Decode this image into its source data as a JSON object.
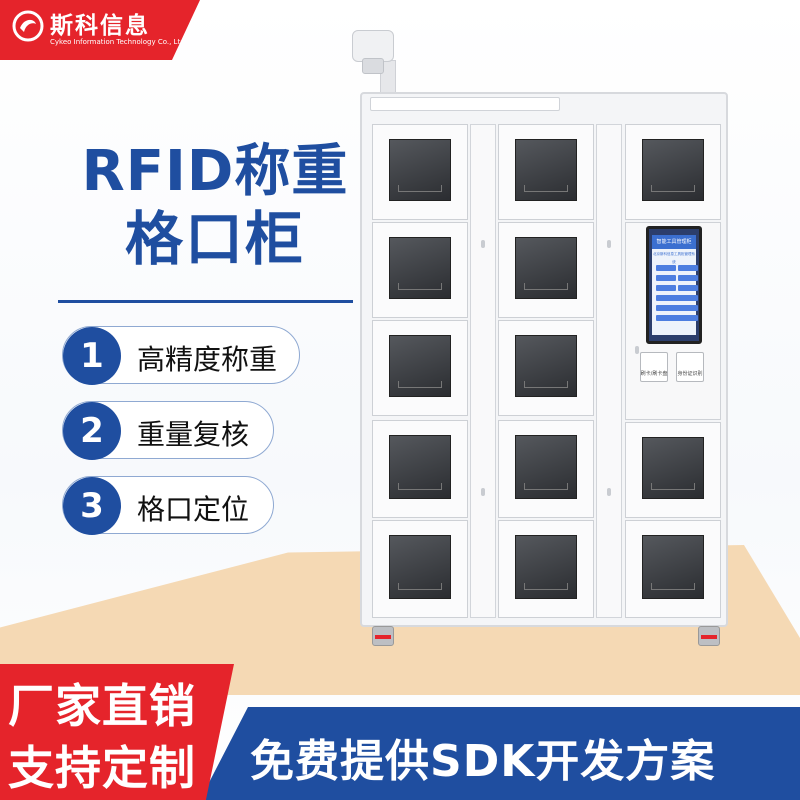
{
  "brand": {
    "name": "斯科信息",
    "subtitle": "Cykeo Information Technology Co., Ltd.",
    "color": "#e5242b"
  },
  "headline": {
    "line1": "RFID称重",
    "line2": "格口柜",
    "color": "#1f4ea0"
  },
  "features": [
    {
      "num": "1",
      "text": "高精度称重"
    },
    {
      "num": "2",
      "text": "重量复核"
    },
    {
      "num": "3",
      "text": "格口定位"
    }
  ],
  "screen": {
    "title": "智能工具管理柜",
    "subtitle": "北京斯科信息工具柜管理系统"
  },
  "readers": [
    {
      "label": "刷卡/刷卡盘"
    },
    {
      "label": "身份证识别"
    }
  ],
  "banners": {
    "left_line1": "厂家直销",
    "left_line2": "支持定制",
    "right": "免费提供SDK开发方案"
  }
}
